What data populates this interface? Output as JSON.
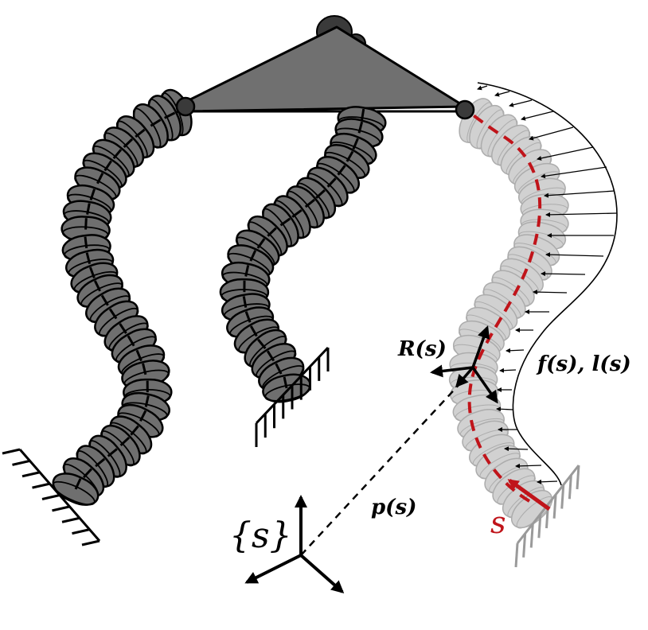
{
  "figure": {
    "labels": {
      "frame": "{s}",
      "position": "p(s)",
      "rotation": "R(s)",
      "loads": "f(s), l(s)",
      "arc_length": "s"
    },
    "colors": {
      "segment_dark": "#5a5a5a",
      "segment_mid": "#6f6f6f",
      "segment_ghost": "#cfcfcf",
      "platform": "#6e6e6e",
      "ground_dark": "#000000",
      "ground_ghost": "#9a9a9a",
      "arc_length_curve": "#c0141a",
      "load_arrows": "#000000"
    },
    "icons": [
      "ground-hatch-icon",
      "coordinate-frame-icon",
      "distributed-load-icon"
    ]
  }
}
